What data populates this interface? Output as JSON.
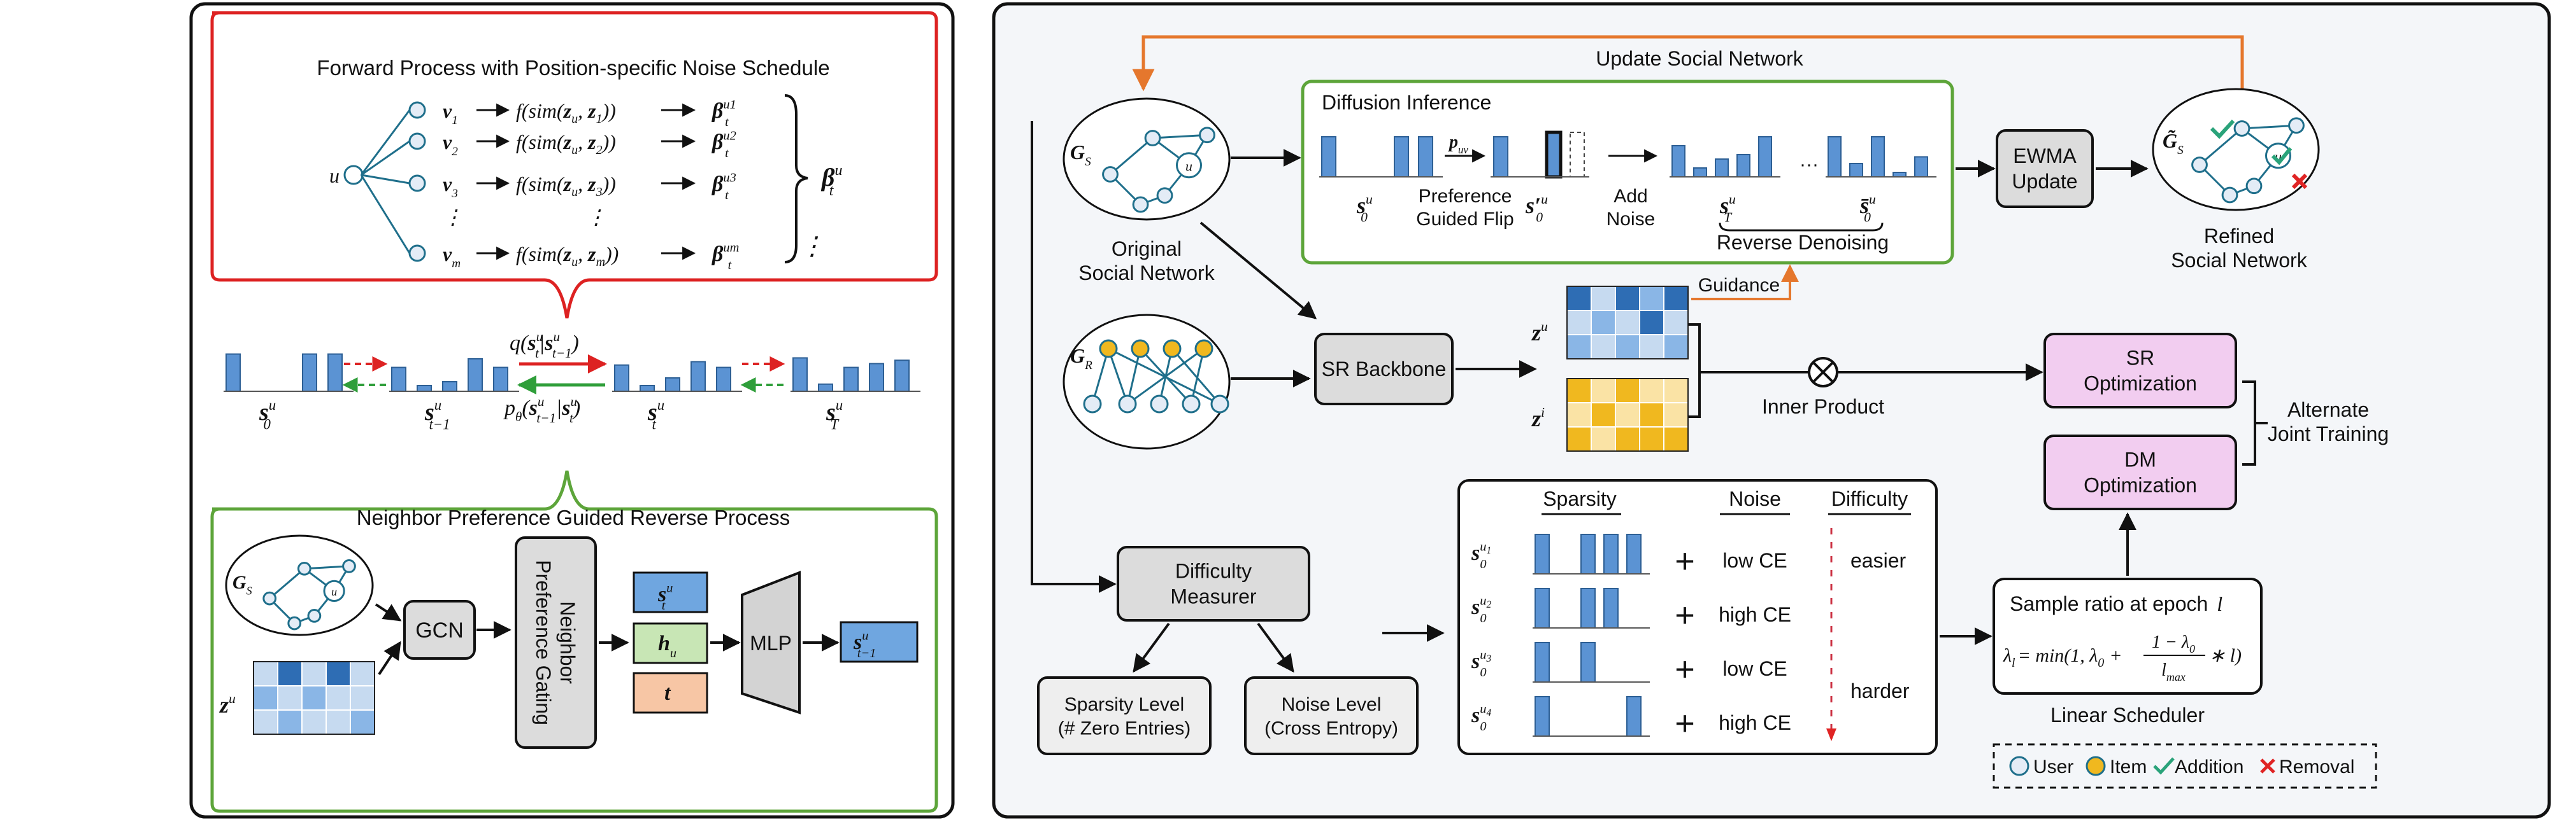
{
  "left_panel": {
    "forward": {
      "title": "Forward Process with Position-specific Noise Schedule",
      "user": "u",
      "rows": [
        {
          "v": "v",
          "vs": "1",
          "pre": "f(sim(",
          "z": "z",
          "zs": "u",
          "mid": ", ",
          "zi": "z",
          "zis": "1",
          "post": "))",
          "beta": "β",
          "bsub": "t",
          "bsup": "u1"
        },
        {
          "v": "v",
          "vs": "2",
          "pre": "f(sim(",
          "z": "z",
          "zs": "u",
          "mid": ", ",
          "zi": "z",
          "zis": "2",
          "post": "))",
          "beta": "β",
          "bsub": "t",
          "bsup": "u2"
        },
        {
          "v": "v",
          "vs": "3",
          "pre": "f(sim(",
          "z": "z",
          "zs": "u",
          "mid": ", ",
          "zi": "z",
          "zis": "3",
          "post": "))",
          "beta": "β",
          "bsub": "t",
          "bsup": "u3"
        },
        {
          "v": "v",
          "vs": "m",
          "pre": "f(sim(",
          "z": "z",
          "zs": "u",
          "mid": ", ",
          "zi": "z",
          "zis": "m",
          "post": "))",
          "beta": "β",
          "bsub": "t",
          "bsup": "um"
        }
      ],
      "ellipsis": "⋮",
      "bracket_beta": "β",
      "bracket_sub": "t",
      "bracket_sup": "u"
    },
    "middle": {
      "q_label": "q(",
      "q_s1": "s",
      "q_s1_sub": "t",
      "q_s1_sup": "u",
      "q_bar": "|",
      "q_s2": "s",
      "q_s2_sub": "t−1",
      "q_s2_sup": "u",
      "q_close": ")",
      "p_label": "p",
      "p_sub": "θ",
      "p_open": "(",
      "p_s1": "s",
      "p_s1_sub": "t−1",
      "p_s1_sup": "u",
      "p_bar": "|",
      "p_s2": "s",
      "p_s2_sub": "t",
      "p_s2_sup": "u",
      "p_close": ")",
      "states": [
        {
          "s": "s",
          "sub": "0",
          "sup": "u",
          "values": [
            0.78,
            0,
            0,
            0.78,
            0.78
          ]
        },
        {
          "s": "s",
          "sub": "t−1",
          "sup": "u",
          "values": [
            0.5,
            0.12,
            0.2,
            0.68,
            0.5
          ]
        },
        {
          "s": "s",
          "sub": "t",
          "sup": "u",
          "values": [
            0.55,
            0.12,
            0.28,
            0.62,
            0.5
          ]
        },
        {
          "s": "s",
          "sub": "T",
          "sup": "u",
          "values": [
            0.7,
            0.15,
            0.5,
            0.58,
            0.65
          ]
        }
      ]
    },
    "reverse": {
      "title": "Neighbor Preference Guided Reverse Process",
      "graph_label": "G",
      "graph_sub": "S",
      "user": "u",
      "zu": "z",
      "zu_sup": "u",
      "gcn": "GCN",
      "gating_line1": "Neighbor",
      "gating_line2": "Preference Gating",
      "in_st": "s",
      "in_st_sub": "t",
      "in_st_sup": "u",
      "in_hu": "h",
      "in_hu_sub": "u",
      "in_t": "t",
      "mlp": "MLP",
      "out": "s",
      "out_sub": "t−1",
      "out_sup": "u"
    }
  },
  "right_panel": {
    "update_social": "Update Social Network",
    "original_graph_label": "G",
    "original_graph_sub": "S",
    "original_line1": "Original",
    "original_line2": "Social Network",
    "item_graph_label": "G",
    "item_graph_sub": "R",
    "user_node": "u",
    "diffusion": {
      "title": "Diffusion Inference",
      "puv": "p",
      "puv_sub": "uv",
      "s0": "s",
      "s0_sub": "0",
      "s0_sup": "u",
      "flip_line1": "Preference",
      "flip_line2": "Guided Flip",
      "s0p": "s′",
      "s0p_sub": "0",
      "s0p_sup": "u",
      "add_line1": "Add",
      "add_line2": "Noise",
      "sT": "s",
      "sT_sub": "T",
      "sT_sup": "u",
      "dots": "···",
      "s0hat": "s̄",
      "s0hat_sub": "0",
      "s0hat_sup": "u",
      "reverse_denoising": "Reverse Denoising"
    },
    "ewma_line1": "EWMA",
    "ewma_line2": "Update",
    "refined_label": "G̃",
    "refined_sub": "S",
    "refined_line1": "Refined",
    "refined_line2": "Social Network",
    "sr_backbone": "SR Backbone",
    "guidance": "Guidance",
    "zu": "z",
    "zu_sup": "u",
    "zi": "z",
    "zi_sup": "i",
    "inner_product": "Inner Product",
    "sr_opt_line1": "SR",
    "sr_opt_line2": "Optimization",
    "dm_opt_line1": "DM",
    "dm_opt_line2": "Optimization",
    "alt_line1": "Alternate",
    "alt_line2": "Joint Training",
    "difficulty_line1": "Difficulty",
    "difficulty_line2": "Measurer",
    "sparsity_line1": "Sparsity Level",
    "sparsity_line2": "(# Zero Entries)",
    "noise_line1": "Noise Level",
    "noise_line2": "(Cross Entropy)",
    "table": {
      "col_sparsity": "Sparsity",
      "col_noise": "Noise",
      "col_difficulty": "Difficulty",
      "plus": "+",
      "rows": [
        {
          "s": "s",
          "sub": "0",
          "sup": "u",
          "supsub": "1",
          "noise": "low CE",
          "bars": [
            1,
            0,
            1,
            1,
            1
          ]
        },
        {
          "s": "s",
          "sub": "0",
          "sup": "u",
          "supsub": "2",
          "noise": "high CE",
          "bars": [
            1,
            0,
            1,
            1,
            0
          ]
        },
        {
          "s": "s",
          "sub": "0",
          "sup": "u",
          "supsub": "3",
          "noise": "low CE",
          "bars": [
            1,
            0,
            1,
            0,
            0
          ]
        },
        {
          "s": "s",
          "sub": "0",
          "sup": "u",
          "supsub": "4",
          "noise": "high CE",
          "bars": [
            1,
            0,
            0,
            0,
            1
          ]
        }
      ],
      "easier": "easier",
      "harder": "harder"
    },
    "scheduler": {
      "title": "Sample ratio at epoch",
      "epoch_var": "l",
      "formula_lhs": "λ",
      "formula_lhs_sub": "l",
      "formula_eq": "= min(1, λ",
      "formula_eq_sub": "0",
      "formula_plus": "+",
      "frac_num": "1 − λ",
      "frac_num_sub": "0",
      "frac_den": "l",
      "frac_den_sub": "max",
      "formula_tail": "∗ l)",
      "caption": "Linear Scheduler"
    },
    "legend": {
      "user": "User",
      "item": "Item",
      "addition": "Addition",
      "removal": "Removal"
    }
  },
  "colors": {
    "bar_blue": "#5b93d3",
    "bar_stroke": "#2d5f94",
    "red_frame": "#dd2222",
    "green_frame": "#5da53a",
    "orange": "#e5772d",
    "panel_bg": "#f4f6f9",
    "gray_box": "#dcdcdc",
    "pink_box": "#f2cdf0",
    "item_yellow": "#f0b81f",
    "node_fill": "#e4ecf6",
    "graph_line": "#1f6f8b",
    "blue_box": "#6fa6e0",
    "green_box": "#c8e6b5",
    "peach_box": "#f7c6a5"
  }
}
